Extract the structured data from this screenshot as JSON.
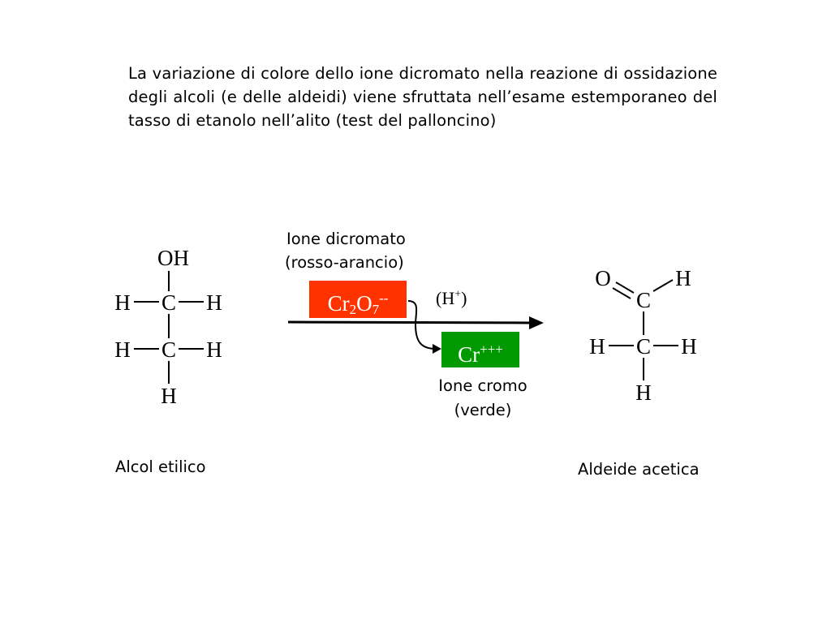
{
  "description_text": "La variazione di colore dello ione dicromato nella reazione di ossidazione degli alcoli (e delle aldeidi) viene sfruttata nell’esame estemporaneo del tasso di etanolo nell’alito (test del palloncino)",
  "reactant": {
    "name": "Alcol etilico",
    "atoms": {
      "oh": "OH",
      "c": "C",
      "h": "H"
    }
  },
  "reagent": {
    "label_line1": "Ione dicromato",
    "label_line2": "(rosso-arancio)",
    "formula_base1": "Cr",
    "formula_sub1": "2",
    "formula_base2": "O",
    "formula_sub2": "7",
    "formula_charge": "--",
    "color": "#ff3300"
  },
  "catalyst": {
    "open": "(H",
    "sup": "+",
    "close": ")"
  },
  "byproduct": {
    "formula_base": "Cr",
    "formula_charge": "+++",
    "label_line1": "Ione cromo",
    "label_line2": "(verde)",
    "color": "#009900"
  },
  "product": {
    "name": "Aldeide acetica",
    "atoms": {
      "o": "O",
      "c": "C",
      "h": "H"
    }
  }
}
